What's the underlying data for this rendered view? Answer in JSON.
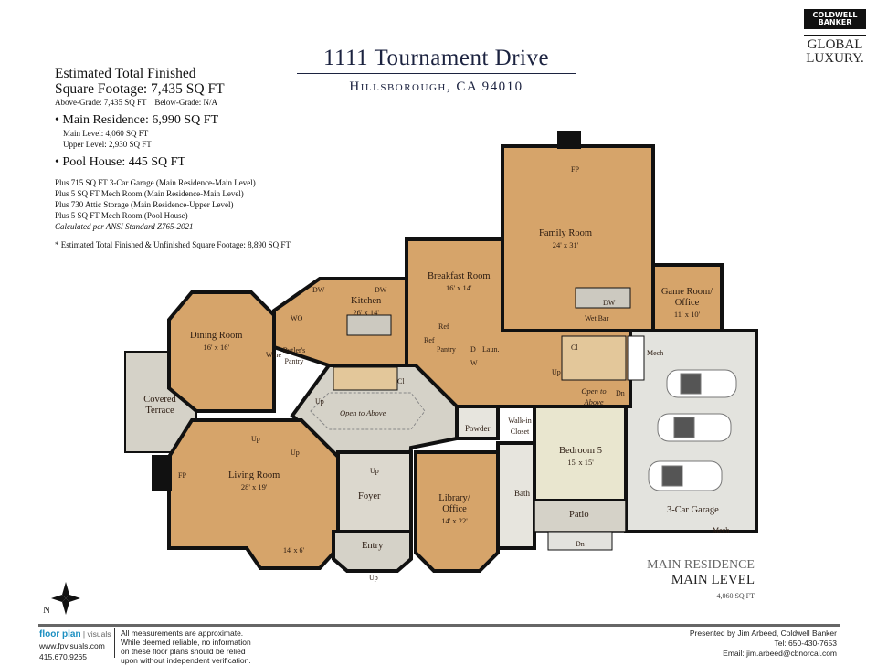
{
  "header": {
    "address": "1111 Tournament Drive",
    "city": "Hillsborough, CA 94010",
    "logo_line1": "COLDWELL",
    "logo_line2": "BANKER",
    "logo_line3": "GLOBAL",
    "logo_line4": "LUXURY."
  },
  "summary": {
    "title_line1": "Estimated Total Finished",
    "title_line2": "Square Footage: 7,435 SQ FT",
    "grade": "Above-Grade: 7,435 SQ FT    Below-Grade: N/A",
    "main_residence": "• Main Residence: 6,990 SQ FT",
    "main_level": "Main Level: 4,060 SQ FT",
    "upper_level": "Upper Level: 2,930 SQ FT",
    "pool_house": "• Pool House: 445 SQ FT",
    "notes": [
      "Plus 715 SQ FT 3-Car Garage (Main Residence-Main Level)",
      "Plus 5 SQ FT Mech Room (Main Residence-Main Level)",
      "Plus 730 Attic Storage (Main Residence-Upper Level)",
      "Plus 5 SQ FT Mech Room (Pool House)"
    ],
    "standard": "Calculated per ANSI Standard Z765-2021",
    "total_unfinished": "* Estimated Total Finished & Unfinished Square Footage: 8,890 SQ FT"
  },
  "rooms": [
    {
      "name": "Family Room",
      "dims": "24' x 31'"
    },
    {
      "name": "Breakfast Room",
      "dims": "16' x 14'"
    },
    {
      "name": "Kitchen",
      "dims": "26' x 14'"
    },
    {
      "name": "Game Room/ Office",
      "dims": "11' x 10'"
    },
    {
      "name": "Dining Room",
      "dims": "16' x 16'"
    },
    {
      "name": "Living Room",
      "dims": "28' x 19'"
    },
    {
      "name": "Library/ Office",
      "dims": "14' x 22'"
    },
    {
      "name": "Bedroom 5",
      "dims": "15' x 15'"
    },
    {
      "name": "Covered Terrace",
      "dims": ""
    },
    {
      "name": "Foyer",
      "dims": ""
    },
    {
      "name": "Entry",
      "dims": ""
    },
    {
      "name": "3-Car Garage",
      "dims": ""
    },
    {
      "name": "Patio",
      "dims": ""
    },
    {
      "name": "Bath",
      "dims": ""
    },
    {
      "name": "Powder",
      "dims": ""
    },
    {
      "name": "Walk-in Closet",
      "dims": ""
    }
  ],
  "marks": {
    "fp": "FP",
    "dw": "DW",
    "wo": "WO",
    "wine": "Wine",
    "butlers": "Butler's Pantry",
    "ref": "Ref",
    "pantry": "Pantry",
    "laun": "Laun.",
    "d": "D",
    "w": "W",
    "cl": "Cl",
    "wetbar": "Wet Bar",
    "mech": "Mech",
    "up": "Up",
    "dn": "Dn",
    "open_above": "Open to Above",
    "alcove": "14' x 6'"
  },
  "level": {
    "building": "MAIN RESIDENCE",
    "level": "MAIN LEVEL",
    "area": "4,060 SQ FT"
  },
  "compass": {
    "north": "N"
  },
  "footer": {
    "brand": "floor plan",
    "brand2": "visuals",
    "website": "www.fpvisuals.com",
    "phone": "415.670.9265",
    "disclaimer": [
      "All measurements are approximate.",
      "While deemed reliable, no information",
      "on these floor plans should be relied",
      "upon without independent verification."
    ],
    "presented": "Presented by Jim Arbeed, Coldwell Banker",
    "tel": "Tel: 650-430-7653",
    "email": "Email: jim.arbeed@cbnorcal.com"
  },
  "colors": {
    "wood": "#d6a46a",
    "tile": "#d5d2c8",
    "garage": "#e3e3de",
    "wall": "#111111",
    "navy": "#1c2340"
  }
}
